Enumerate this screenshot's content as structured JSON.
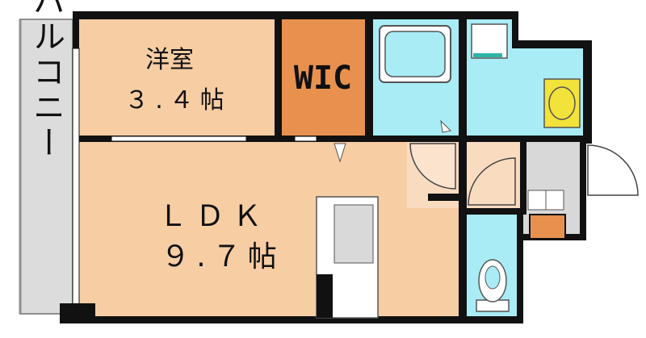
{
  "rooms": {
    "balcony": {
      "label": "バルコニー"
    },
    "western_room": {
      "name": "洋室",
      "size": "３.４帖"
    },
    "wic": {
      "label": "WIC"
    },
    "ldk": {
      "name": "ＬＤＫ",
      "size": "９.７帖"
    }
  },
  "colors": {
    "room_fill": "#f7cda4",
    "wic_fill": "#e8914f",
    "wet_fill": "#a9ecf6",
    "hall_fill": "#f9dcc0",
    "entry_fill": "#d8d8d8",
    "shoe_box_fill": "#e8914f",
    "balcony_fill": "#dcdcdc",
    "wall": "#111111",
    "sink": "#f2e23a",
    "accent": "#2cb5a5"
  },
  "icons": [
    "bathtub-icon",
    "washbasin-icon",
    "toilet-icon",
    "kitchen-counter-icon",
    "door-swing-icon"
  ]
}
